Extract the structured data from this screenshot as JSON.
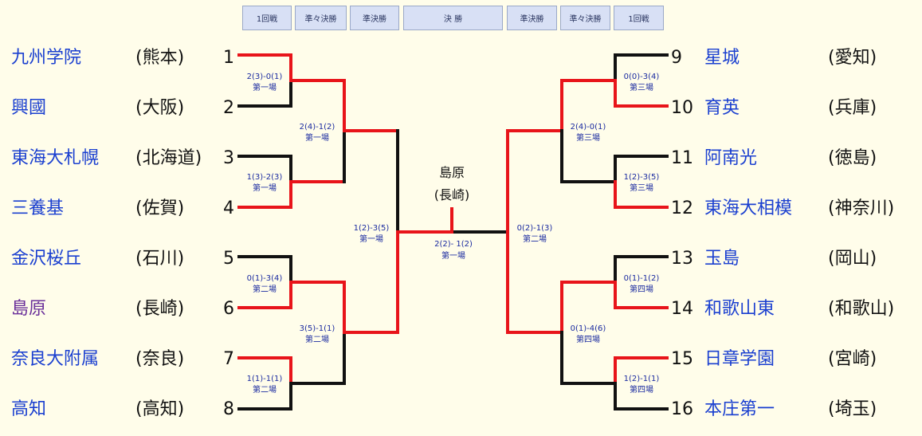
{
  "rounds": [
    "1回戦",
    "準々決勝",
    "準決勝",
    "決 勝",
    "準決勝",
    "準々決勝",
    "1回戦"
  ],
  "champion": {
    "name": "島原",
    "pref": "(長崎)"
  },
  "left_teams": [
    {
      "seed": "1",
      "name": "九州学院",
      "pref": "(熊本)",
      "host": false
    },
    {
      "seed": "2",
      "name": "興國",
      "pref": "(大阪)",
      "host": false
    },
    {
      "seed": "3",
      "name": "東海大札幌",
      "pref": "(北海道)",
      "host": false
    },
    {
      "seed": "4",
      "name": "三養基",
      "pref": "(佐賀)",
      "host": false
    },
    {
      "seed": "5",
      "name": "金沢桜丘",
      "pref": "(石川)",
      "host": false
    },
    {
      "seed": "6",
      "name": "島原",
      "pref": "(長崎)",
      "host": true
    },
    {
      "seed": "7",
      "name": "奈良大附属",
      "pref": "(奈良)",
      "host": false
    },
    {
      "seed": "8",
      "name": "高知",
      "pref": "(高知)",
      "host": false
    }
  ],
  "right_teams": [
    {
      "seed": "9",
      "name": "星城",
      "pref": "(愛知)"
    },
    {
      "seed": "10",
      "name": "育英",
      "pref": "(兵庫)"
    },
    {
      "seed": "11",
      "name": "阿南光",
      "pref": "(徳島)"
    },
    {
      "seed": "12",
      "name": "東海大相模",
      "pref": "(神奈川)"
    },
    {
      "seed": "13",
      "name": "玉島",
      "pref": "(岡山)"
    },
    {
      "seed": "14",
      "name": "和歌山東",
      "pref": "(和歌山)"
    },
    {
      "seed": "15",
      "name": "日章学園",
      "pref": "(宮崎)"
    },
    {
      "seed": "16",
      "name": "本庄第一",
      "pref": "(埼玉)"
    }
  ],
  "matches": {
    "l_r1_1": {
      "score": "2(3)-0(1)",
      "venue": "第一場"
    },
    "l_r1_2": {
      "score": "1(3)-2(3)",
      "venue": "第一場"
    },
    "l_r1_3": {
      "score": "0(1)-3(4)",
      "venue": "第二場"
    },
    "l_r1_4": {
      "score": "1(1)-1(1)",
      "venue": "第二場"
    },
    "l_qf_1": {
      "score": "2(4)-1(2)",
      "venue": "第一場"
    },
    "l_qf_2": {
      "score": "3(5)-1(1)",
      "venue": "第二場"
    },
    "l_sf": {
      "score": "1(2)-3(5)",
      "venue": "第一場"
    },
    "final": {
      "score": "2(2)- 1(2)",
      "venue": "第一場"
    },
    "r_sf": {
      "score": "0(2)-1(3)",
      "venue": "第二場"
    },
    "r_qf_1": {
      "score": "2(4)-0(1)",
      "venue": "第三場"
    },
    "r_qf_2": {
      "score": "0(1)-4(6)",
      "venue": "第四場"
    },
    "r_r1_1": {
      "score": "0(0)-3(4)",
      "venue": "第三場"
    },
    "r_r1_2": {
      "score": "1(2)-3(5)",
      "venue": "第三場"
    },
    "r_r1_3": {
      "score": "0(1)-1(2)",
      "venue": "第四場"
    },
    "r_r1_4": {
      "score": "1(2)-1(1)",
      "venue": "第四場"
    }
  },
  "colors": {
    "winner_line": "#e8141a",
    "loser_line": "#111111",
    "tab_bg": "#d8e0f5",
    "team_text": "#1a3fd0",
    "host_text": "#6a2f9a"
  }
}
